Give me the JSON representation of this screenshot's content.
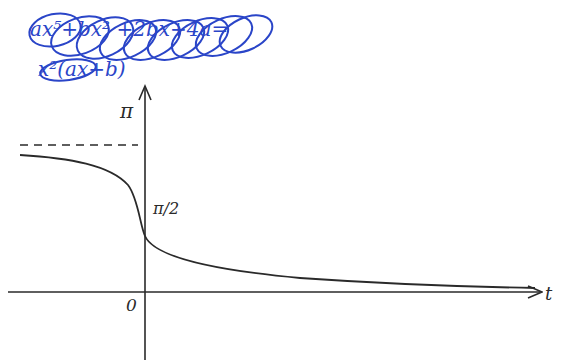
{
  "diagram": {
    "labels": [
      "ax⁵+bx² +2bx+4a=",
      "x²(ax+b)",
      "π",
      "π/2",
      "0",
      "t"
    ]
  }
}
